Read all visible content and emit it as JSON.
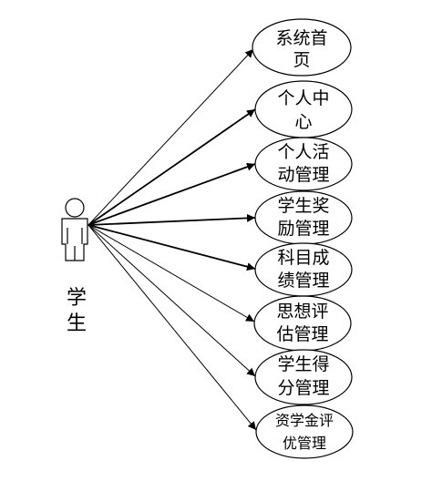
{
  "actor": {
    "label_line1": "学",
    "label_line2": "生"
  },
  "use_cases": [
    {
      "line1": "系统首",
      "line2": "页"
    },
    {
      "line1": "个人中",
      "line2": "心"
    },
    {
      "line1": "个人活",
      "line2": "动管理"
    },
    {
      "line1": "学生奖",
      "line2": "励管理"
    },
    {
      "line1": "科目成",
      "line2": "绩管理"
    },
    {
      "line1": "思想评",
      "line2": "估管理"
    },
    {
      "line1": "学生得",
      "line2": "分管理"
    },
    {
      "line1": "资学金评",
      "line2": "优管理"
    }
  ],
  "colors": {
    "stroke": "#000000",
    "fill": "#ffffff",
    "text": "#000000"
  }
}
